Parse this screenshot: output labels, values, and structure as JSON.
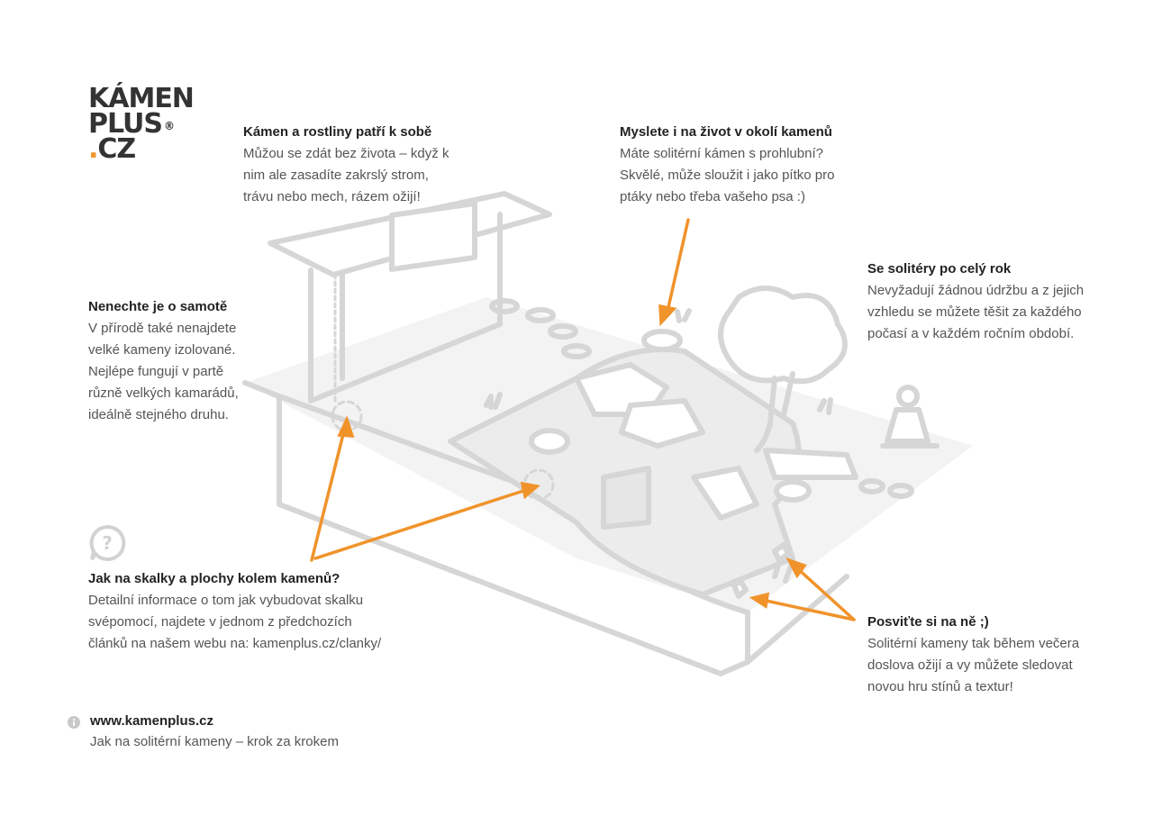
{
  "logo": {
    "line1": "KÁMEN",
    "line2": "PLUS",
    "reg": "®",
    "line3_dot": ".",
    "line3": "CZ"
  },
  "callouts": {
    "plants": {
      "title": "Kámen a rostliny patří k sobě",
      "text": "Můžou se zdát bez života – když k nim ale zasadíte zakrslý strom, trávu nebo mech, rázem ožijí!"
    },
    "life": {
      "title": "Myslete i na život v okolí kamenů",
      "text": "Máte solitérní kámen s prohlubní? Skvělé, může sloužit i jako pítko pro ptáky nebo třeba vašeho psa :)"
    },
    "yearround": {
      "title": "Se solitéry po celý rok",
      "text": "Nevyžadují žádnou údržbu a z jejich vzhledu se můžete těšit za každého počasí a v každém ročním období."
    },
    "alone": {
      "title": "Nenechte je o samotě",
      "text": "V přírodě také nenajdete velké kameny izolované. Nejlépe fungují v partě různě velkých kamarádů, ideálně stejného druhu."
    },
    "rockery": {
      "title": "Jak na skalky a plochy kolem kamenů?",
      "text": "Detailní informace o tom jak vybudovat skalku svépomocí, najdete v jednom z předchozích článků na našem webu na: kamenplus.cz/clanky/"
    },
    "light": {
      "title": "Posviťte si na ně ;)",
      "text": "Solitérní kameny tak během večera doslova ožijí a vy můžete sledovat novou hru stínů a textur!"
    }
  },
  "footer": {
    "url": "www.kamenplus.cz",
    "subtitle": "Jak na solitérní kameny – krok za krokem"
  },
  "icons": {
    "help": "question-bubble-icon",
    "info": "info-icon"
  },
  "colors": {
    "accent": "#f0932b",
    "line": "#d4d4d4",
    "text": "#555555",
    "heading": "#222222"
  }
}
